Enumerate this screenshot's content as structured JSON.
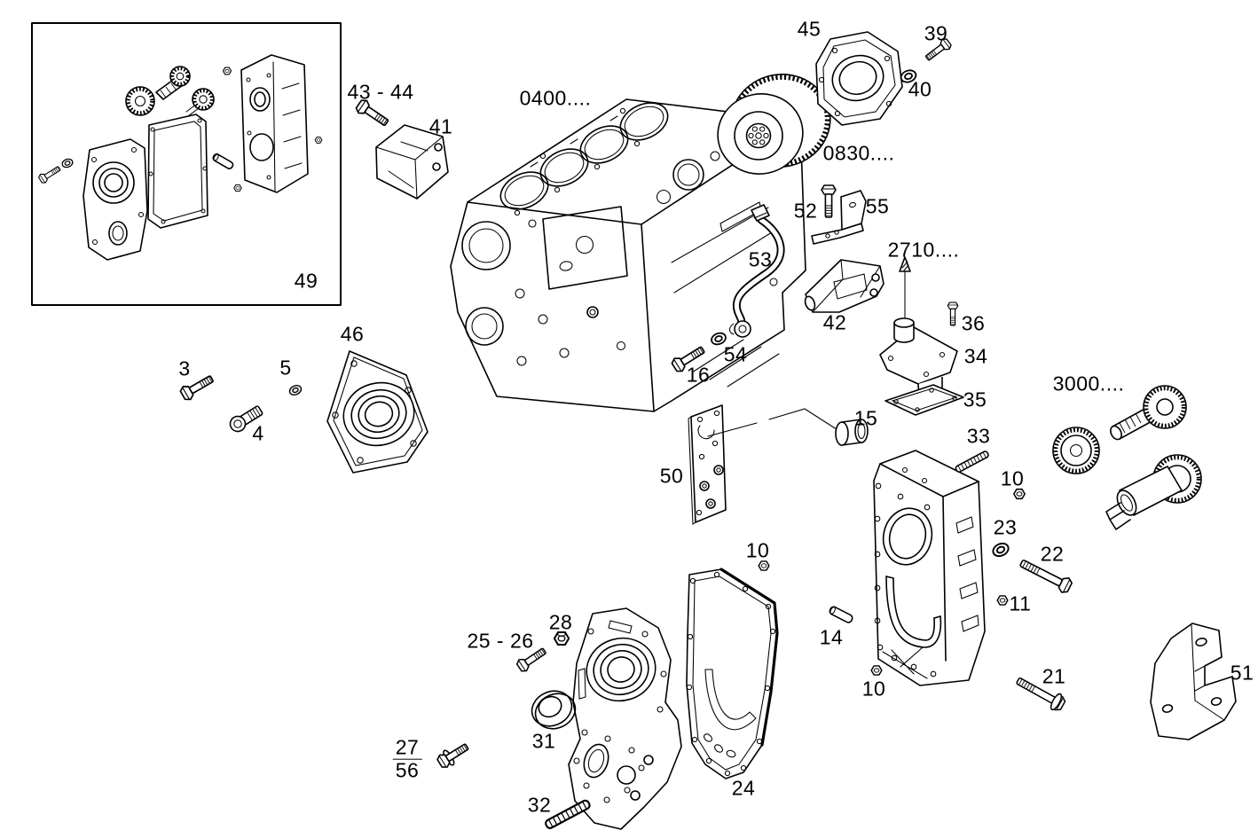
{
  "figure": {
    "background_color": "#ffffff",
    "line_color": "#000000"
  },
  "callouts": {
    "part49": "49",
    "part43_44": "43 - 44",
    "part41": "41",
    "code0400": "0400....",
    "part45": "45",
    "part39": "39",
    "part40": "40",
    "code0830": "0830....",
    "part52": "52",
    "part55": "55",
    "part53": "53",
    "code2710": "2710....",
    "part42": "42",
    "part36": "36",
    "part34": "34",
    "part35": "35",
    "part54": "54",
    "part16": "16",
    "part3": "3",
    "part5": "5",
    "part4": "4",
    "part46": "46",
    "part15": "15",
    "part50": "50",
    "code3000": "3000....",
    "part33": "33",
    "part10a": "10",
    "part23": "23",
    "part22": "22",
    "part11": "11",
    "part14": "14",
    "part10b": "10",
    "part10c": "10",
    "part21": "21",
    "part51": "51",
    "part25_26": "25 - 26",
    "part28": "28",
    "part31": "31",
    "part32": "32",
    "part24": "24",
    "part27": "27",
    "part56": "56"
  }
}
